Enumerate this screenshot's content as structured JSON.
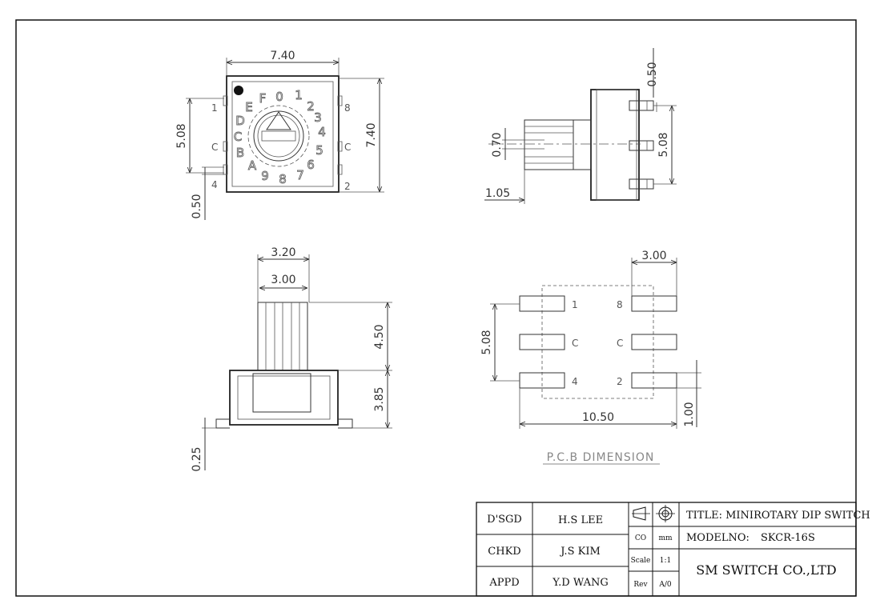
{
  "top_view": {
    "width": "7.40",
    "height": "7.40",
    "pitch": "5.08",
    "pad": "0.50",
    "pins": {
      "p1": "1",
      "p8": "8",
      "c_left": "C",
      "c_right": "C",
      "p4": "4",
      "p2": "2"
    },
    "dial": [
      "0",
      "1",
      "2",
      "3",
      "4",
      "5",
      "6",
      "7",
      "8",
      "9",
      "A",
      "B",
      "C",
      "D",
      "E",
      "F"
    ]
  },
  "side_view": {
    "top": "0.50",
    "pitch": "5.08",
    "shaft": "0.70",
    "lead": "1.05"
  },
  "front_view": {
    "outer": "3.20",
    "inner": "3.00",
    "height_shaft": "4.50",
    "height_body": "3.85",
    "base": "0.25"
  },
  "pcb": {
    "label": "P.C.B DIMENSION",
    "pad_width": "3.00",
    "pitch": "5.08",
    "span": "10.50",
    "pad_height": "1.00",
    "pins": {
      "p1": "1",
      "p8": "8",
      "c_left": "C",
      "c_right": "C",
      "p4": "4",
      "p2": "2"
    }
  },
  "title_block": {
    "dsgd_label": "D'SGD",
    "dsgd_name": "H.S LEE",
    "chkd_label": "CHKD",
    "chkd_name": "J.S KIM",
    "appd_label": "APPD",
    "appd_name": "Y.D WANG",
    "co_label": "CO",
    "unit": "mm",
    "scale_label": "Scale",
    "scale": "1:1",
    "rev_label": "Rev",
    "rev": "A/0",
    "title": "TITLE: MINIROTARY DIP SWITCH",
    "model_label": "MODELNO:",
    "model": "SKCR-16S",
    "company": "SM SWITCH CO.,LTD"
  }
}
